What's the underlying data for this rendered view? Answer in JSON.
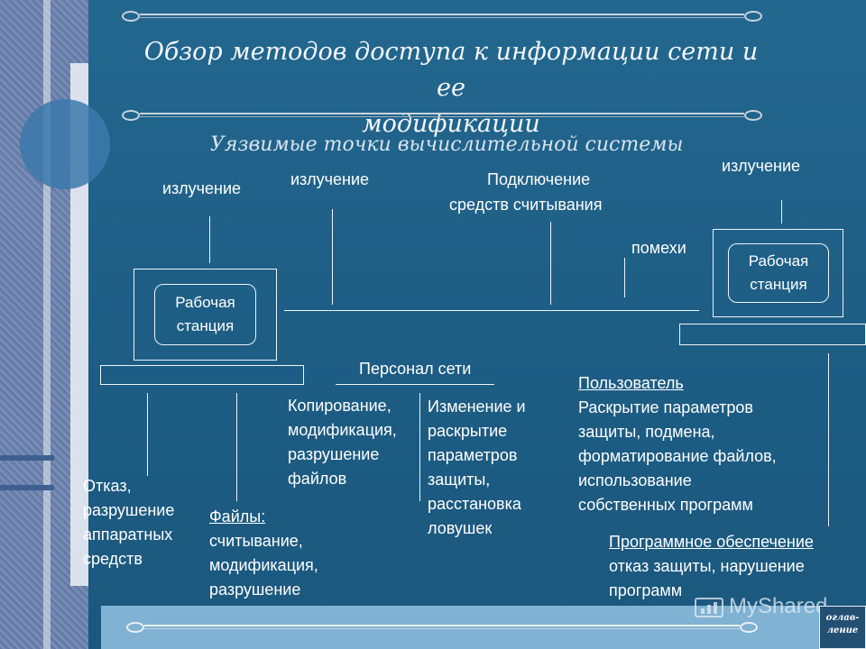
{
  "title": {
    "line1": "Обзор методов доступа к информации сети и ее",
    "line2": "модификации"
  },
  "subtitle": "Уязвимые точки вычислительной системы",
  "labels": {
    "radiation_left": "излучение",
    "radiation_center": "излучение",
    "reader_connection_line1": "Подключение",
    "reader_connection_line2": "средств считывания",
    "radiation_right": "излучение",
    "interference": "помехи",
    "network_staff": "Персонал сети"
  },
  "workstations": {
    "left": {
      "line1": "Рабочая",
      "line2": "станция"
    },
    "right": {
      "line1": "Рабочая",
      "line2": "станция"
    }
  },
  "threats": {
    "hardware": [
      "Отказ,",
      "разрушение",
      "аппаратных",
      "средств"
    ],
    "files_heading": "Файлы:",
    "files": [
      "считывание,",
      "модификация,",
      "разрушение"
    ],
    "copying": [
      "Копирование,",
      "модификация,",
      "разрушение",
      "файлов"
    ],
    "params_change": [
      "Изменение и",
      "раскрытие",
      "параметров",
      "защиты,",
      "расстановка",
      "ловушек"
    ],
    "user_heading": "Пользователь",
    "user": [
      "Раскрытие параметров",
      "защиты, подмена,",
      "форматирование файлов,",
      "использование",
      "собственных программ"
    ],
    "software_heading": "Программное обеспечение",
    "software": [
      "отказ защиты, нарушение",
      "программ"
    ]
  },
  "nav_button": {
    "line1": "оглав-",
    "line2": "ление"
  },
  "watermark": "MyShared",
  "colors": {
    "background": "#1f5f87",
    "text": "#ffffff",
    "lines": "#eef3f7",
    "bottom_bar": "#7fb2d3"
  }
}
